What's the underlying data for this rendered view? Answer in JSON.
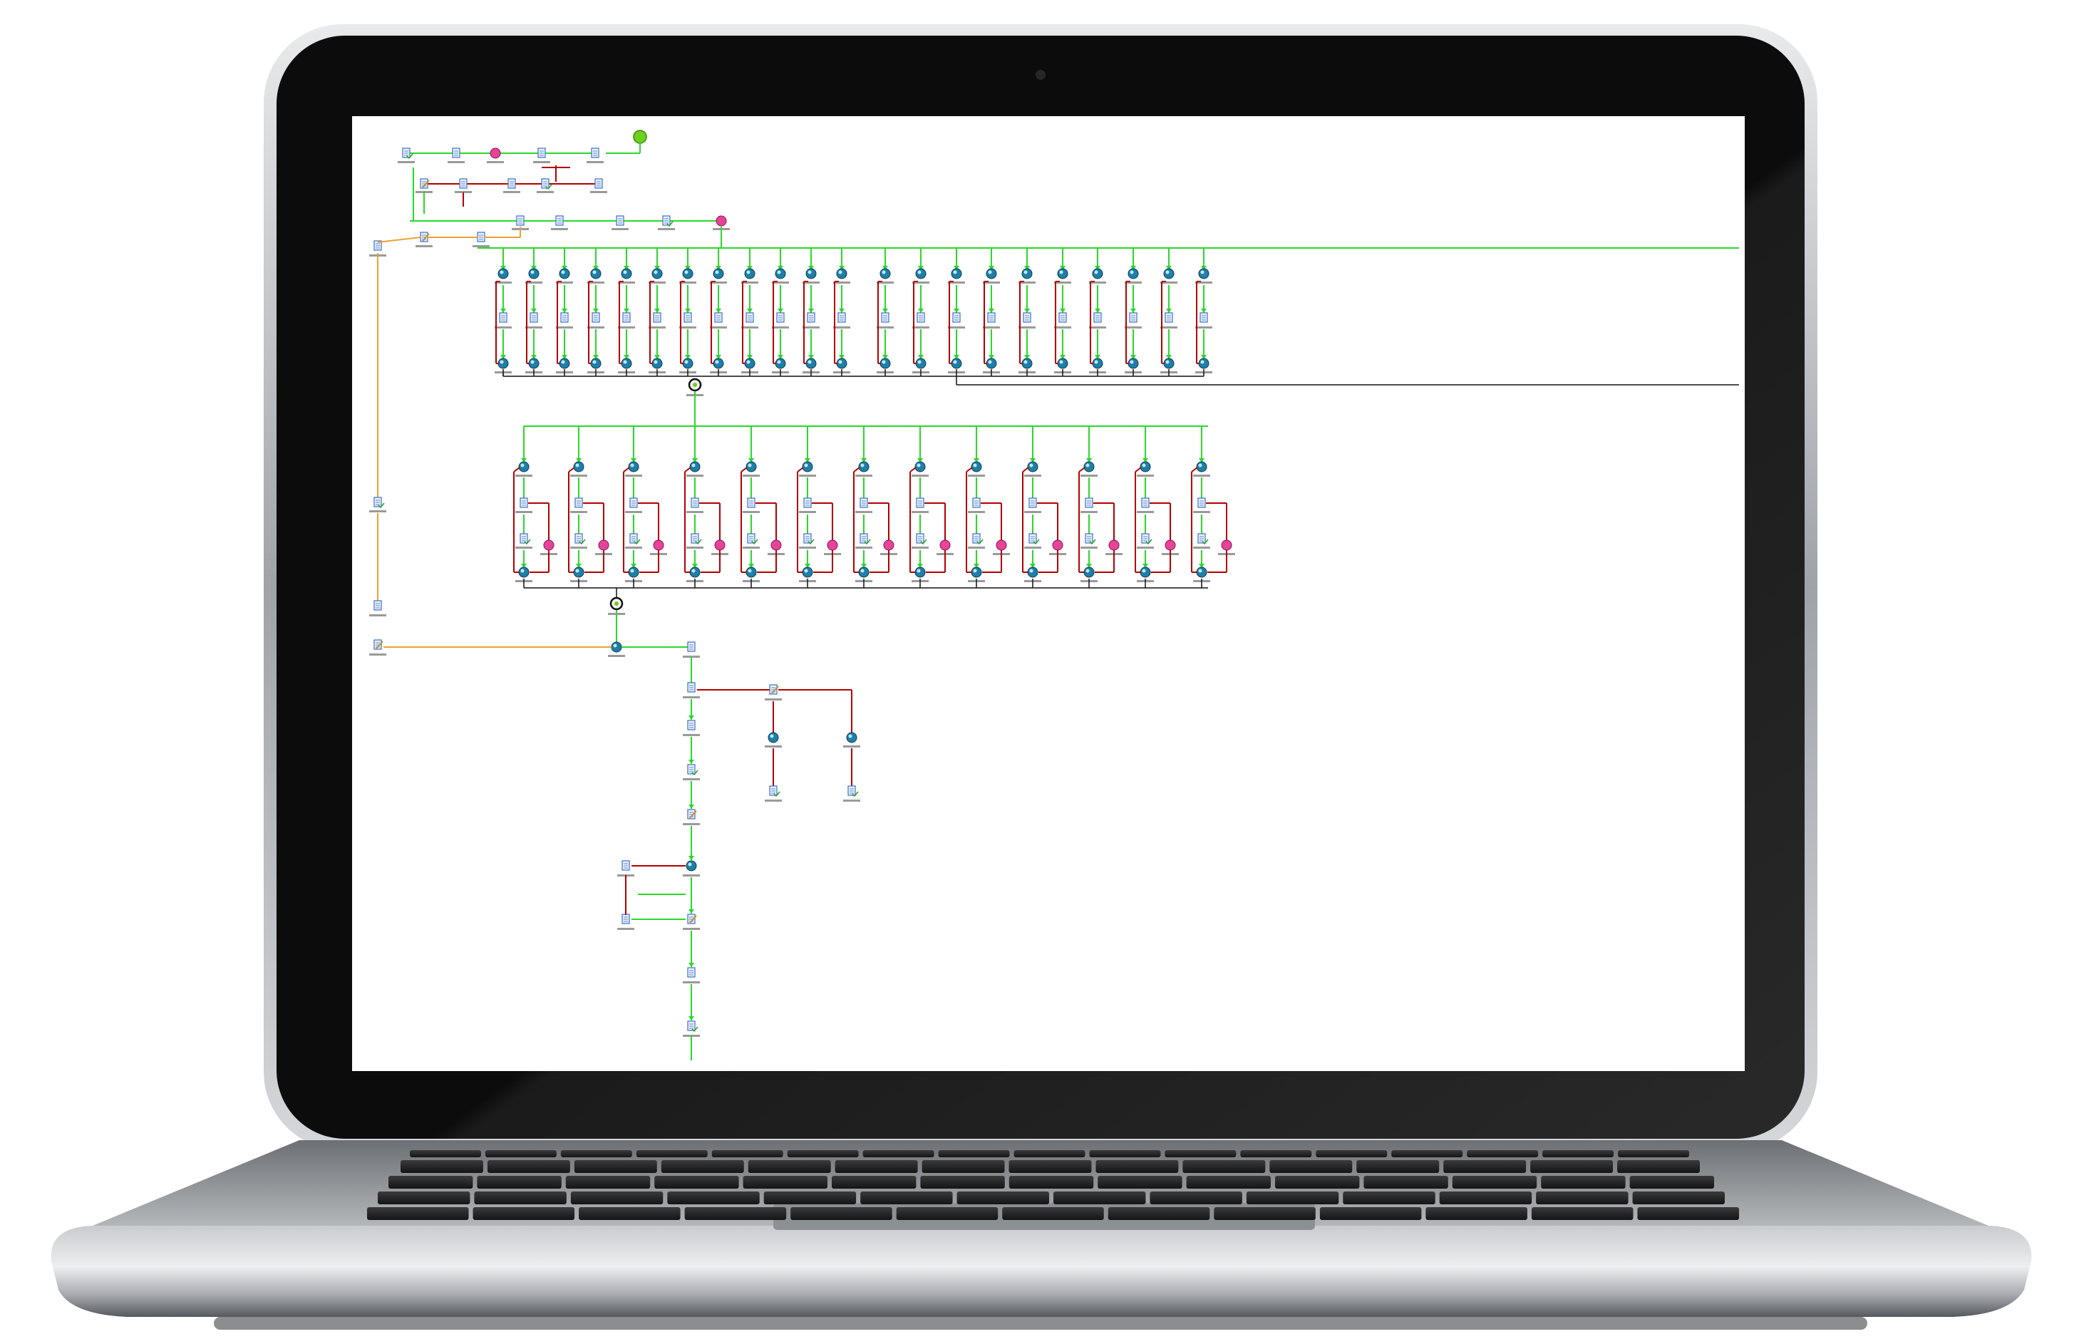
{
  "device": {
    "name": "laptop",
    "screen_bg": "#ffffff",
    "bezel_color": "#0c0c0c",
    "body_color": "#b9bcbf"
  },
  "workflow": {
    "start": {
      "icon": "start-green-circle-icon",
      "color": "#6fcf1e"
    },
    "edge_colors": {
      "success": "#2ad82a",
      "failure": "#b30000",
      "alternate": "#f0a030",
      "plain": "#111111"
    },
    "node_colors": {
      "service": "#1e7fa8",
      "merge": "#ffffff",
      "error": "#e6449a",
      "file": "#3a70c8"
    },
    "top_row": [
      {
        "icon": "file-check-icon"
      },
      {
        "icon": "file-icon"
      },
      {
        "icon": "error-circle-icon"
      },
      {
        "icon": "file-icon"
      },
      {
        "icon": "file-icon"
      }
    ],
    "second_row": [
      {
        "icon": "edit-icon"
      },
      {
        "icon": "file-icon"
      },
      {
        "icon": "file-icon"
      },
      {
        "icon": "file-check-icon"
      },
      {
        "icon": "file-icon"
      }
    ],
    "third_row": [
      {
        "icon": "file-icon"
      },
      {
        "icon": "file-icon"
      },
      {
        "icon": "file-icon"
      },
      {
        "icon": "file-check-icon"
      },
      {
        "icon": "error-circle-icon"
      }
    ],
    "branch_group_1": {
      "column_count": 22,
      "join_icon": "merge-circle-icon"
    },
    "branch_group_2": {
      "column_count": 13,
      "join_icon": "merge-circle-icon"
    },
    "tail": [
      {
        "icon": "file-icon"
      },
      {
        "icon": "file-icon"
      },
      {
        "icon": "file-check-icon"
      },
      {
        "icon": "edit-icon"
      },
      {
        "icon": "service-circle-icon"
      },
      {
        "icon": "edit-icon"
      },
      {
        "icon": "file-icon"
      },
      {
        "icon": "file-check-icon"
      }
    ]
  }
}
